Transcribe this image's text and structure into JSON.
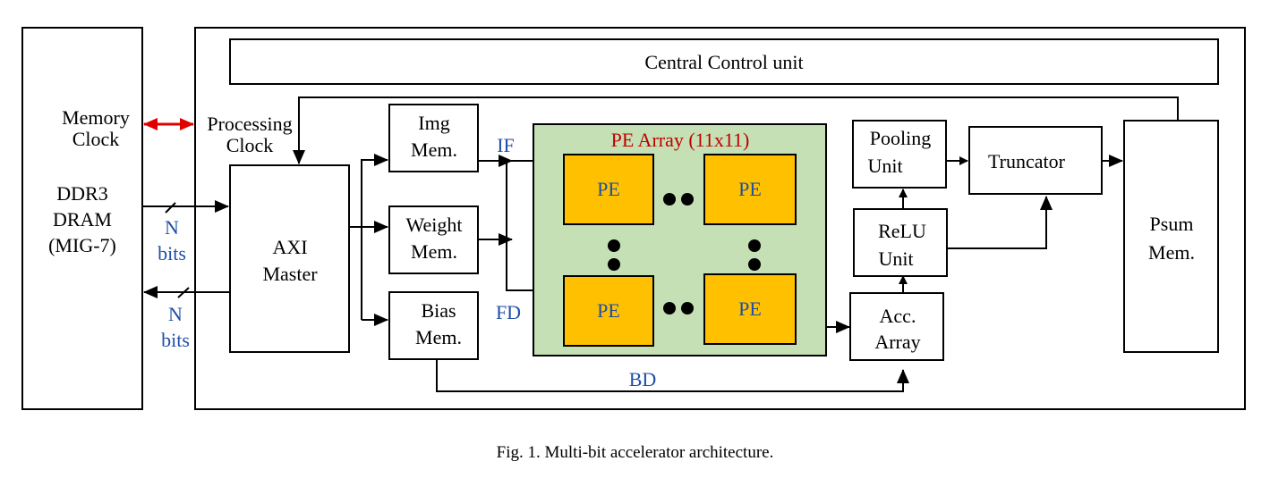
{
  "diagram": {
    "dram": {
      "lines": [
        "DDR3",
        "DRAM",
        "(MIG-7)"
      ]
    },
    "memory_clock": {
      "lines": [
        "Memory",
        "Clock"
      ]
    },
    "processing_clock": {
      "lines": [
        "Processing",
        "Clock"
      ]
    },
    "central_control": "Central Control unit",
    "bus_in": {
      "lines": [
        "N",
        "bits"
      ]
    },
    "bus_out": {
      "lines": [
        "N",
        "bits"
      ]
    },
    "axi": {
      "lines": [
        "AXI",
        "Master"
      ]
    },
    "img_mem": {
      "lines": [
        "Img",
        "Mem."
      ]
    },
    "weight_mem": {
      "lines": [
        "Weight",
        "Mem."
      ]
    },
    "bias_mem": {
      "lines": [
        "Bias",
        "Mem."
      ]
    },
    "signal_if": "IF",
    "signal_fd": "FD",
    "signal_bd": "BD",
    "pe_array_title": "PE Array (11x11)",
    "pe_label": "PE",
    "acc_array": {
      "lines": [
        "Acc.",
        "Array"
      ]
    },
    "relu": {
      "lines": [
        "ReLU",
        "Unit"
      ]
    },
    "pooling": {
      "lines": [
        "Pooling",
        "Unit"
      ]
    },
    "truncator": "Truncator",
    "psum": {
      "lines": [
        "Psum",
        "Mem."
      ]
    },
    "colors": {
      "pe_array_bg": "#c5e0b4",
      "pe_fill": "#ffc000",
      "clock_arrow": "#e00000",
      "signal_text": "#1f4fa8",
      "title_text": "#c00000"
    }
  },
  "caption": "Fig. 1.  Multi-bit accelerator architecture."
}
